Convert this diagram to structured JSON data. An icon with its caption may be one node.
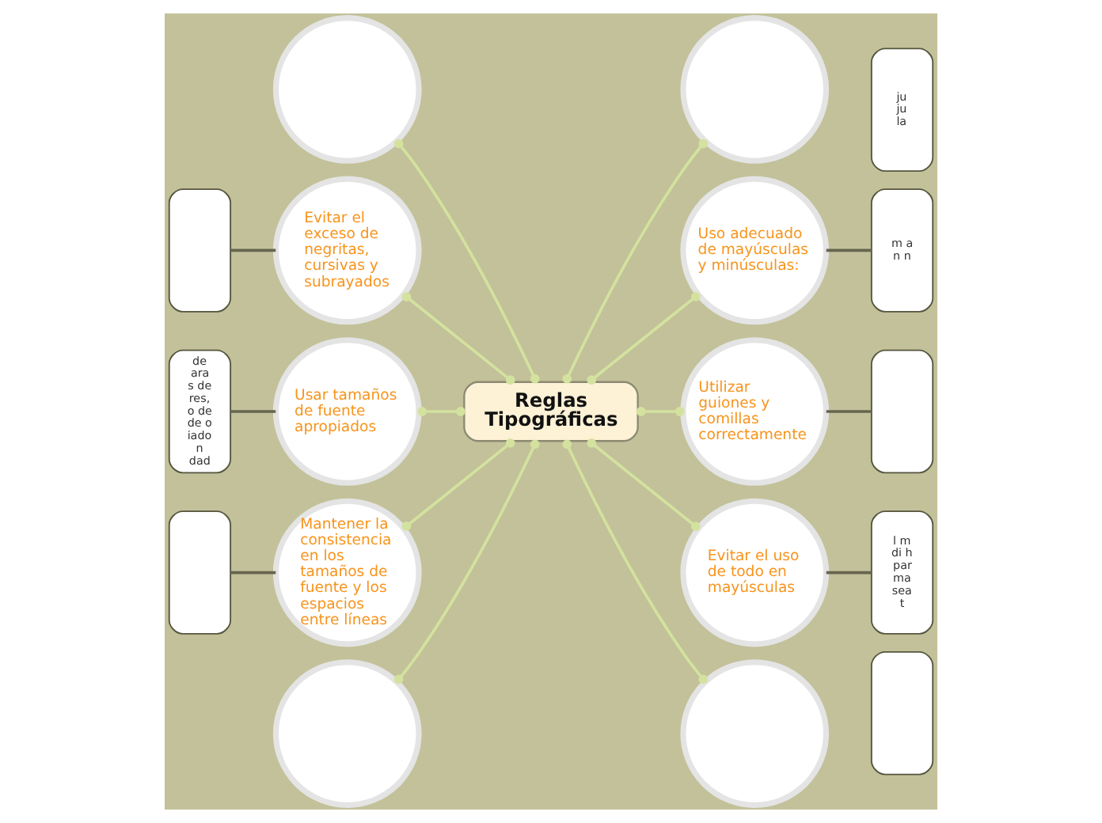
{
  "diagram": {
    "nodes": [
      {
        "text": [
          "Reglas Tipográficas"
        ]
      },
      {
        "text": [],
        "shape": "circle"
      },
      {
        "text": [],
        "shape": "circle"
      },
      {
        "text": [
          "ju ju la"
        ]
      },
      {
        "text": [],
        "shape": "box"
      },
      {
        "text": [
          "Evitar el exceso de negritas, cursivas y subrayados"
        ]
      },
      {
        "text": [
          "Uso adecuado de mayúsculas y minúsculas:"
        ]
      },
      {
        "text": [
          "m a n n"
        ]
      },
      {
        "text": [
          "de ara s de res, o de de o iado n dad"
        ]
      },
      {
        "text": [
          "Usar tamaños de fuente apropiados"
        ]
      },
      {
        "text": [
          "Utilizar guiones y comillas correctamente"
        ]
      },
      {
        "text": [],
        "shape": "box"
      },
      {
        "text": [],
        "shape": "box"
      },
      {
        "text": [
          "Mantener la consistencia en los tamaños de fuente y los espacios entre líneas"
        ]
      },
      {
        "text": [
          "Evitar el uso de todo en mayúsculas"
        ]
      },
      {
        "text": [
          "l m di h par ma sea t"
        ]
      },
      {
        "text": [],
        "shape": "circle"
      },
      {
        "text": [],
        "shape": "circle"
      },
      {
        "text": [],
        "shape": "box"
      }
    ],
    "edges": [
      {
        "from": 0,
        "to": 1,
        "arrow": "other"
      },
      {
        "from": 0,
        "to": 2,
        "arrow": "other"
      },
      {
        "from": 0,
        "to": 5,
        "arrow": "other"
      },
      {
        "from": 0,
        "to": 6,
        "arrow": "other"
      },
      {
        "from": 0,
        "to": 9,
        "arrow": "other"
      },
      {
        "from": 0,
        "to": 10,
        "arrow": "other"
      },
      {
        "from": 0,
        "to": 13,
        "arrow": "other"
      },
      {
        "from": 0,
        "to": 14,
        "arrow": "other"
      },
      {
        "from": 0,
        "to": 16,
        "arrow": "other"
      },
      {
        "from": 0,
        "to": 17,
        "arrow": "other"
      },
      {
        "from": 5,
        "to": 4,
        "arrow": "none",
        "color": "#66664f"
      },
      {
        "from": 6,
        "to": 7,
        "arrow": "none",
        "color": "#66664f"
      },
      {
        "from": 9,
        "to": 8,
        "arrow": "none",
        "color": "#66664f"
      },
      {
        "from": 10,
        "to": 11,
        "arrow": "none",
        "color": "#66664f"
      },
      {
        "from": 13,
        "to": 12,
        "arrow": "none",
        "color": "#66664f"
      },
      {
        "from": 14,
        "to": 15,
        "arrow": "none",
        "color": "#66664f"
      }
    ]
  }
}
